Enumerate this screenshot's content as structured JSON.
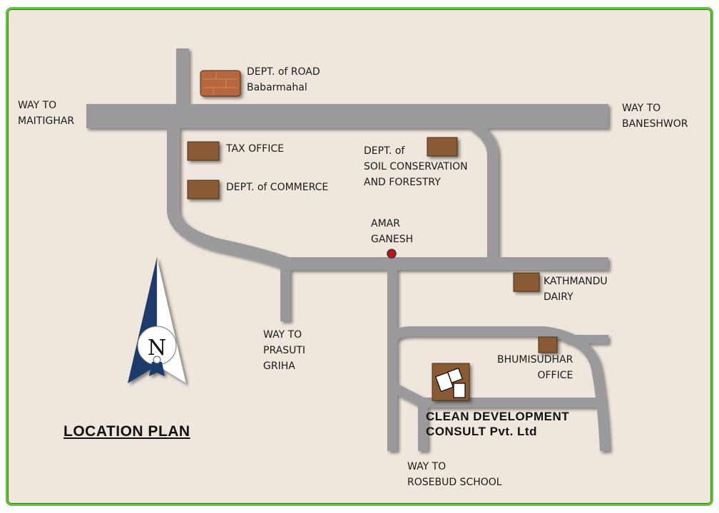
{
  "title": "LOCATION PLAN",
  "labels": {
    "dept_road": [
      "DEPT. of ROAD",
      "Babarmahal"
    ],
    "maitighar": [
      "WAY TO",
      "MAITIGHAR"
    ],
    "baneshwor": [
      "WAY TO",
      "BANESHWOR"
    ],
    "tax_office": "TAX OFFICE",
    "commerce": "DEPT. of COMMERCE",
    "soil": [
      "DEPT. of",
      "SOIL CONSERVATION",
      "AND FORESTRY"
    ],
    "amar_ganesh": [
      "AMAR",
      "GANESH"
    ],
    "kathmandu_dairy": [
      "KATHMANDU",
      "DAIRY"
    ],
    "prasuti": [
      "WAY TO",
      "PRASUTI",
      "GRIHA"
    ],
    "bhumisudhar": [
      "BHUMISUDHAR",
      "OFFICE"
    ],
    "company": [
      "CLEAN DEVELOPMENT",
      "CONSULT Pvt. Ltd"
    ],
    "rosebud": [
      "WAY TO",
      "ROSEBUD SCHOOL"
    ]
  },
  "compass_letter": "N",
  "colors": {
    "frame": "#62c23a",
    "road": "#9a9a9c",
    "building": "#8a5a34",
    "marker": "#c0141a",
    "compass": "#1f3a6a"
  }
}
